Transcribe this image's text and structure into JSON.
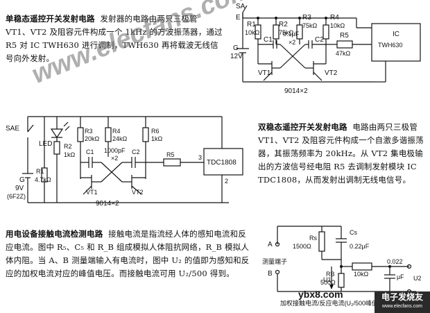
{
  "section1": {
    "title": "单稳态遥控开关发射电路",
    "text": "发射器的电路由两只三极管 VT1、VT2 及阻容元件构成一个 1kHz 的方波振荡器，通过 R5 对 IC TWH630 进行调制，TWH630 再将载波无线信号向外发射。",
    "labels": {
      "sa": "SA",
      "e": "E",
      "r1": "R1",
      "r1v": "10kΩ",
      "r2": "R2",
      "r2v": "75kΩ",
      "r3": "R3",
      "r3v": "75kΩ",
      "r4": "R4",
      "r4v": "10kΩ",
      "c1": "C1",
      "c2": "C2",
      "cv": "0.1μF",
      "x2": "×2",
      "r5": "R5",
      "r5v": "47kΩ",
      "ic": "IC",
      "icname": "TWH630",
      "g": "G",
      "gv": "12V",
      "vt1": "VT1",
      "vt2": "VT2",
      "tr": "9014×2"
    }
  },
  "section2": {
    "title": "双稳态遥控开关发射电路",
    "text": "电路由两只三极管 VT1、VT2 及阻容元件构成一个自激多谐振荡器，其振荡频率为 20kHz。从 VT2 集电极输出的方波信号经电阻 R5 去调制发射模块 IC TDC1808，从而发射出调制无线电信号。",
    "labels": {
      "sae": "SAE",
      "led": "LED",
      "r2": "R2",
      "r2v": "1kΩ",
      "r3": "R3",
      "r3v": "20kΩ",
      "r4": "R4",
      "r4v": "24kΩ",
      "c1": "C1",
      "cv": "1000pF",
      "x2": "×2",
      "c2": "C2",
      "r6": "R6",
      "r6v": "1kΩ",
      "r5": "R5",
      "ic": "TDC1808",
      "p2": "2",
      "p3": "3",
      "r1": "R1",
      "r1v": "4.7kΩ",
      "g": "G",
      "gv": "9V",
      "gb": "(6F2Z)",
      "vt1": "VT1",
      "vt2": "VT2",
      "tr": "9014×2"
    }
  },
  "section3": {
    "title": "用电设备接触电流检测电路",
    "text": "接触电流是指流经人体的感知电流和反应电流。图中 R₅、C₅ 和 R_B 组成模拟人体阻抗网络，R_B 模拟人体内阻。当 A、B 测量端输入有电流时，图中 U₂ 的值即为感知和反应的加权电流对应的峰值电压。而接触电流可用 U₂/500 得到。",
    "labels": {
      "a": "A",
      "b": "B",
      "rs": "Rs",
      "rsv": "1500Ω",
      "cs": "Cs",
      "csv": "0.22μF",
      "rb": "RB",
      "rbv": "500Ω",
      "r10": "10kΩ",
      "c022": "0.022",
      "uf": "μF",
      "u1": "U1",
      "u2": "U2",
      "term": "测量端子",
      "caption": "加权接触电流/反应电流(U₂/500峰值)"
    }
  },
  "watermarks": {
    "main": "www.elecfans.com",
    "ybx": "ybx8.com",
    "corner": "电子发烧友",
    "corner_url": "www.elecfans.com"
  }
}
